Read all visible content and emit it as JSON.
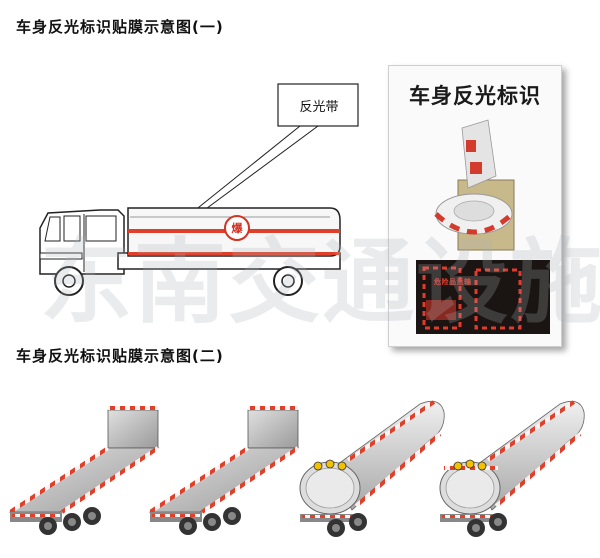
{
  "heading_one": "车身反光标识贴膜示意图(一)",
  "heading_two": "车身反光标识贴膜示意图(二)",
  "callout_label": "反光带",
  "tanker_badge": "爆",
  "photo_panel_title": "车身反光标识",
  "night_sign_text": "危险品运输",
  "watermark_text": "东南交通设施",
  "colors": {
    "reflective_red": "#e0402a",
    "reflective_white": "#f4f4f4",
    "tank_body": "#f7f7f7",
    "outline": "#333333"
  },
  "icons": [
    "tanker-truck-icon",
    "flatbed-trailer-icon",
    "tank-trailer-icon"
  ]
}
